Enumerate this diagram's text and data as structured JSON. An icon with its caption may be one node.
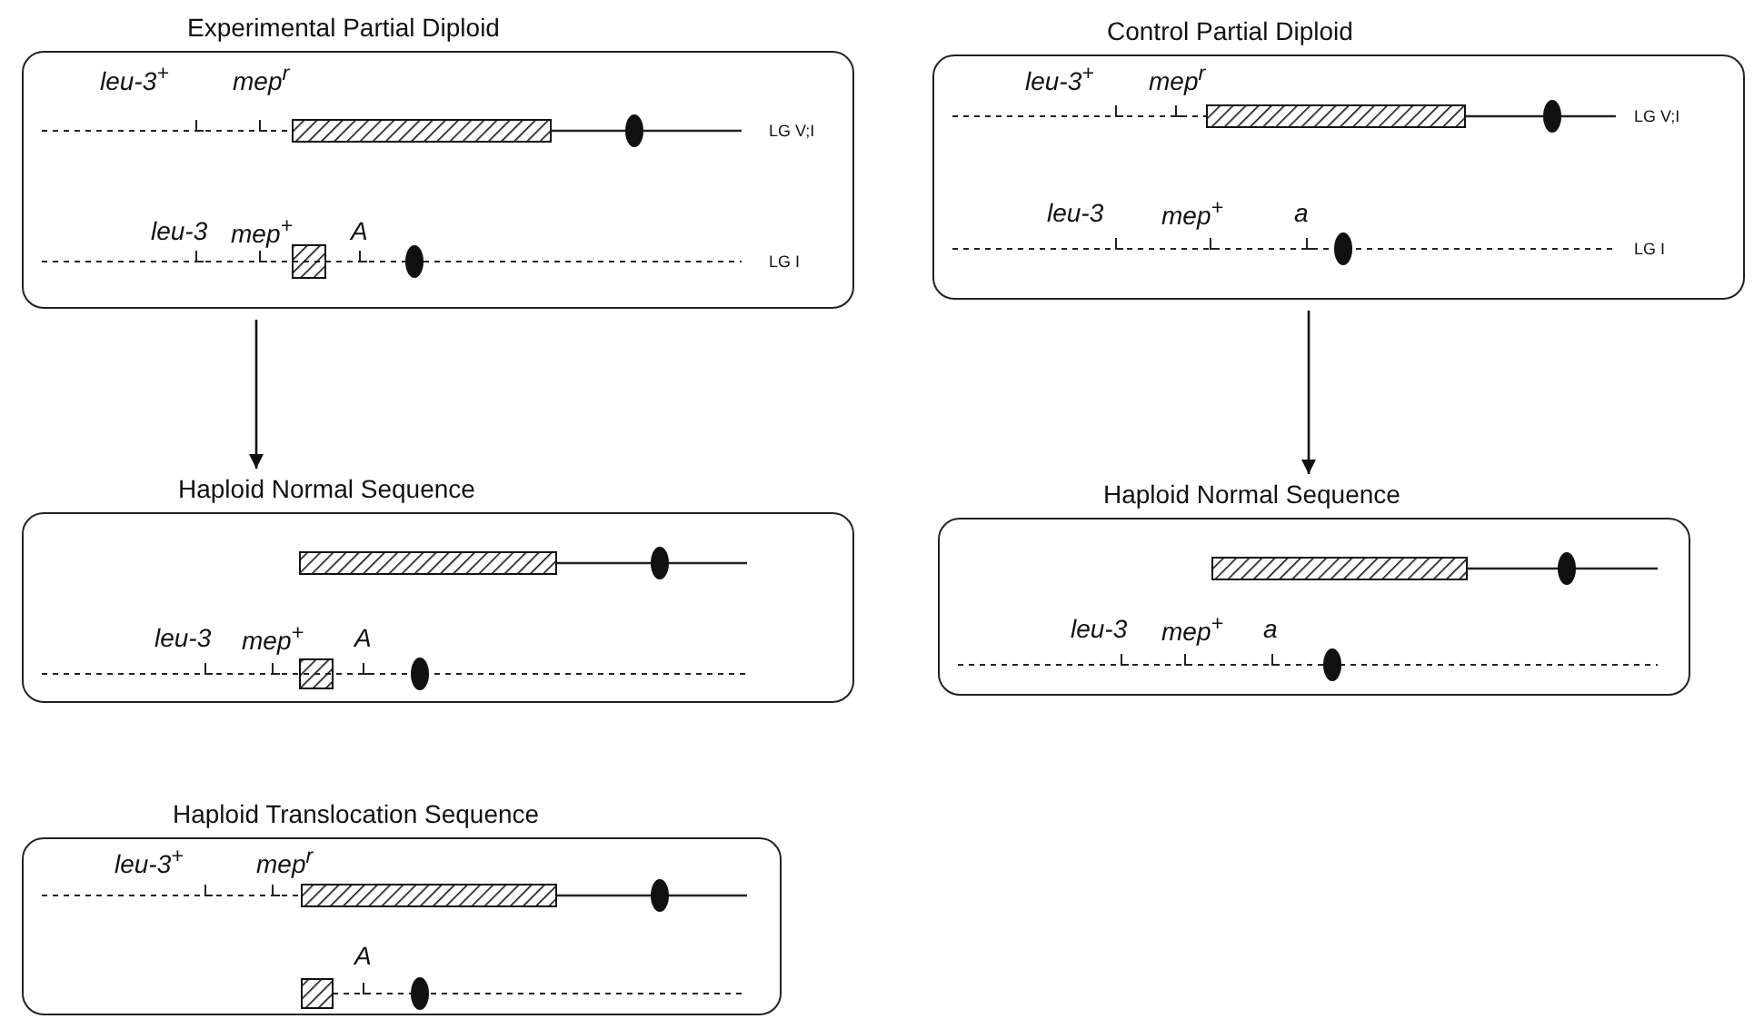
{
  "diagram": {
    "nodes": [
      {
        "text": [
          "Experimental Partial Diploid",
          "leu-3$^{+}$",
          "mep$^{r}$",
          "LG V;I",
          "leu-3",
          "mep$^{+}$",
          "A",
          "LG I"
        ]
      },
      {
        "text": [
          "Control Partial Diploid",
          "leu-3$^{+}$",
          "mep$^{r}$",
          "LG V;I",
          "leu-3",
          "mep$^{+}$",
          "a",
          "LG I"
        ]
      },
      {
        "text": [
          "Haploid Normal Sequence",
          "leu-3",
          "mep$^{+}$",
          "A"
        ]
      },
      {
        "text": [
          "Haploid Normal Sequence",
          "leu-3",
          "mep$^{+}$",
          "a"
        ]
      },
      {
        "text": [
          "Haploid Translocation Sequence",
          "leu-3$^{+}$",
          "mep$^{r}$",
          "A"
        ]
      }
    ],
    "edges": [
      {
        "from": 0,
        "to": 2,
        "arrow": "to"
      },
      {
        "from": 1,
        "to": 3,
        "arrow": "to"
      }
    ]
  }
}
